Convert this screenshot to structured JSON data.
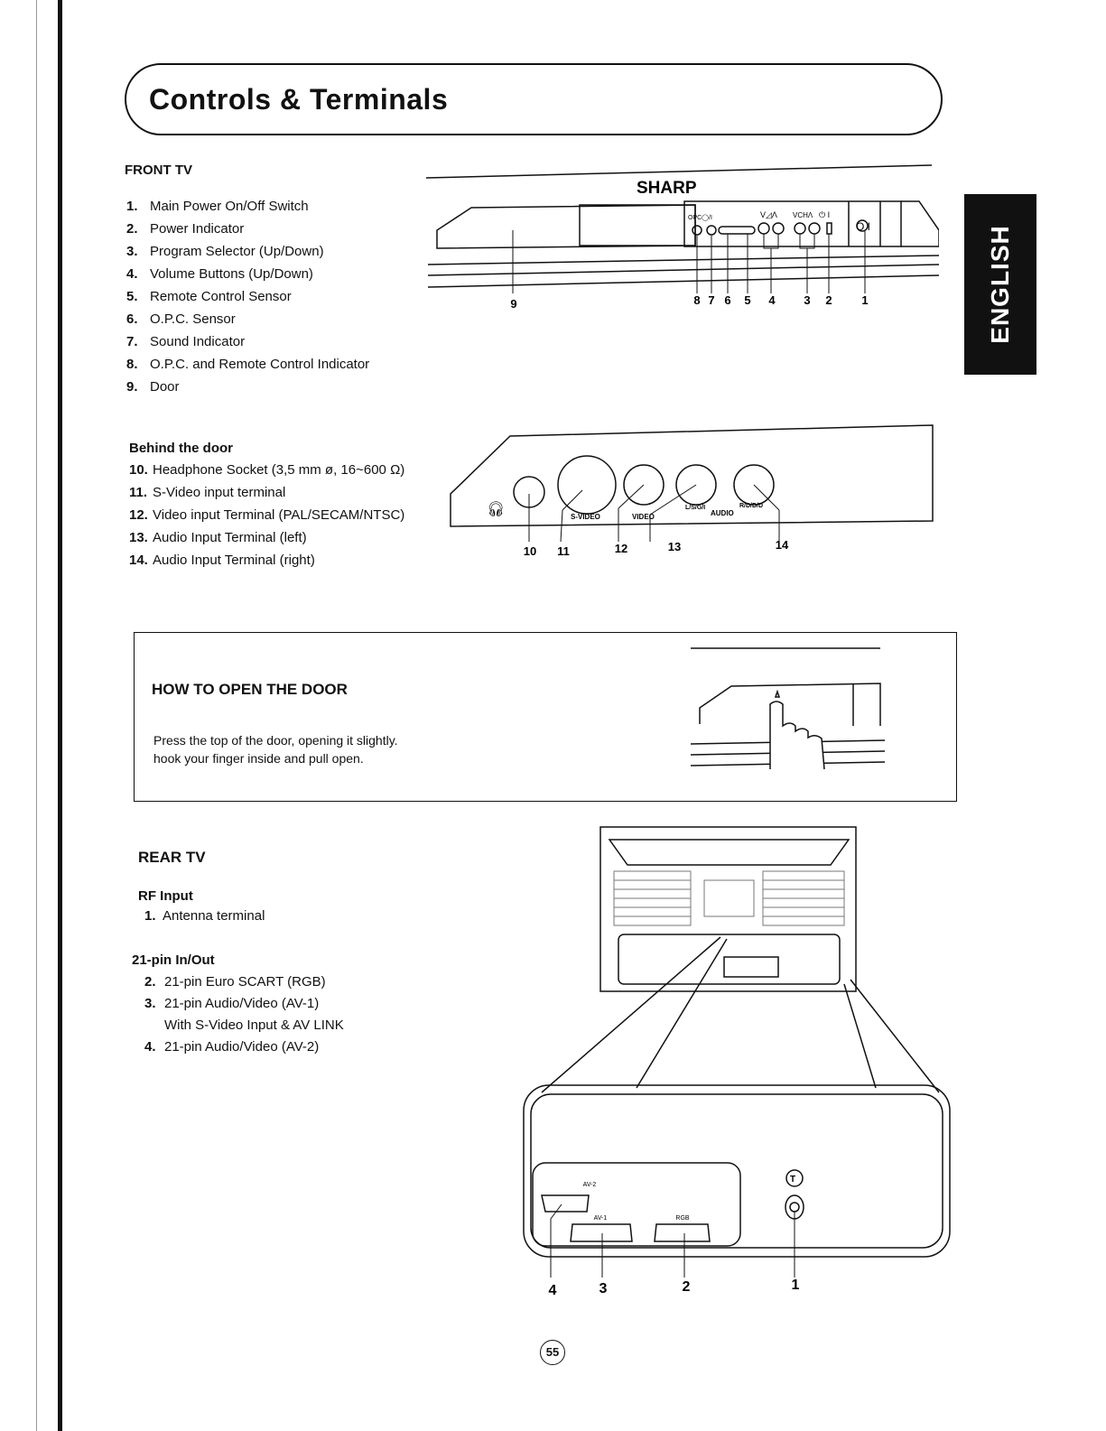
{
  "title": "Controls & Terminals",
  "side_tab": "ENGLISH",
  "front": {
    "heading": "FRONT TV",
    "items": [
      {
        "n": "1.",
        "text": "Main Power On/Off Switch"
      },
      {
        "n": "2.",
        "text": "Power Indicator"
      },
      {
        "n": "3.",
        "text": "Program Selector (Up/Down)"
      },
      {
        "n": "4.",
        "text": "Volume Buttons (Up/Down)"
      },
      {
        "n": "5.",
        "text": "Remote Control Sensor"
      },
      {
        "n": "6.",
        "text": "O.P.C. Sensor"
      },
      {
        "n": "7.",
        "text": "Sound Indicator"
      },
      {
        "n": "8.",
        "text": "O.P.C. and Remote Control Indicator"
      },
      {
        "n": "9.",
        "text": "Door"
      }
    ],
    "diagram": {
      "brand": "SHARP",
      "opc_label": "OPC◯/I",
      "vol_label": "V◿Λ",
      "ch_label": "VCHΛ",
      "power_label": "⏻ I",
      "switch_label": "O I",
      "callouts": [
        "9",
        "8",
        "7",
        "6",
        "5",
        "4",
        "3",
        "2",
        "1"
      ]
    }
  },
  "door": {
    "heading": "Behind the door",
    "items": [
      {
        "n": "10.",
        "text": "Headphone Socket (3,5 mm ø, 16~600 Ω)"
      },
      {
        "n": "11.",
        "text": "S-Video input terminal"
      },
      {
        "n": "12.",
        "text": "Video input Terminal (PAL/SECAM/NTSC)"
      },
      {
        "n": "13.",
        "text": "Audio Input Terminal (left)"
      },
      {
        "n": "14.",
        "text": "Audio Input Terminal (right)"
      }
    ],
    "diagram": {
      "svideo": "S-VIDEO",
      "video": "VIDEO",
      "left": "L/S/G/I",
      "right": "R/D/D/D",
      "audio": "AUDIO",
      "callouts": [
        "10",
        "11",
        "12",
        "13",
        "14"
      ]
    }
  },
  "how_to": {
    "heading": "HOW TO OPEN THE DOOR",
    "lines": [
      "Press the top of the door, opening it slightly.",
      "hook your finger inside and pull open."
    ]
  },
  "rear": {
    "heading": "REAR TV",
    "rf_heading": "RF Input",
    "rf_items": [
      {
        "n": "1.",
        "text": "Antenna terminal"
      }
    ],
    "pin_heading": "21-pin In/Out",
    "pin_items": [
      {
        "n": "2.",
        "text": "21-pin Euro SCART (RGB)"
      },
      {
        "n": "3.",
        "text": "21-pin Audio/Video (AV-1)"
      },
      {
        "n": "",
        "text": "With S-Video Input & AV LINK"
      },
      {
        "n": "4.",
        "text": "21-pin Audio/Video (AV-2)"
      }
    ],
    "diagram": {
      "av2": "AV-2",
      "av1": "AV-1",
      "rgb": "RGB",
      "callouts": [
        "4",
        "3",
        "2",
        "1"
      ]
    }
  },
  "page_number": "55"
}
